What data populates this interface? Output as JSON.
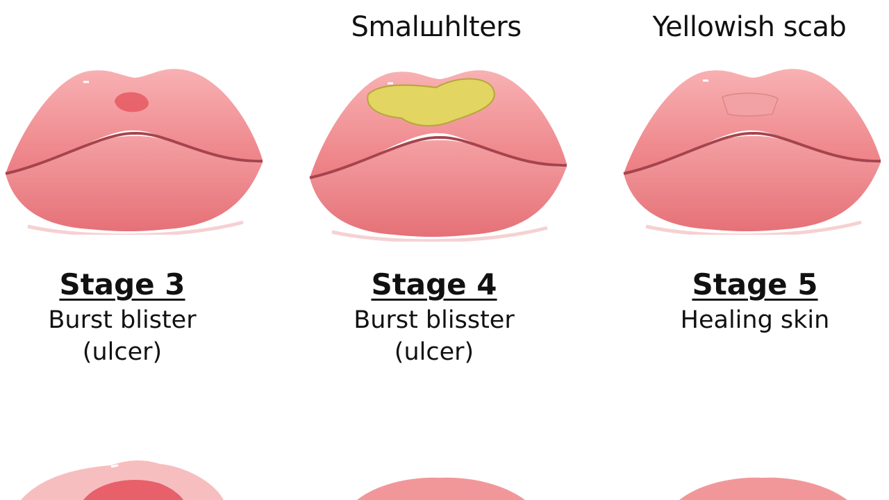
{
  "top_labels": [
    "Smalшhlters",
    "Yellowish scab"
  ],
  "stages": [
    {
      "title": "Stage 3",
      "desc": "Burst blister\n(ulcer)"
    },
    {
      "title": "Stage 4",
      "desc": "Burst blisster\n(ulcer)"
    },
    {
      "title": "Stage 5",
      "desc": "Healing skin"
    }
  ],
  "colors": {
    "lip_light": "#f6a3a5",
    "lip_mid": "#ee7f84",
    "lip_dark": "#d8606a",
    "mouth_line": "#a6444d",
    "sore_red": "#e4505a",
    "scab_yellow": "#e3d562"
  }
}
